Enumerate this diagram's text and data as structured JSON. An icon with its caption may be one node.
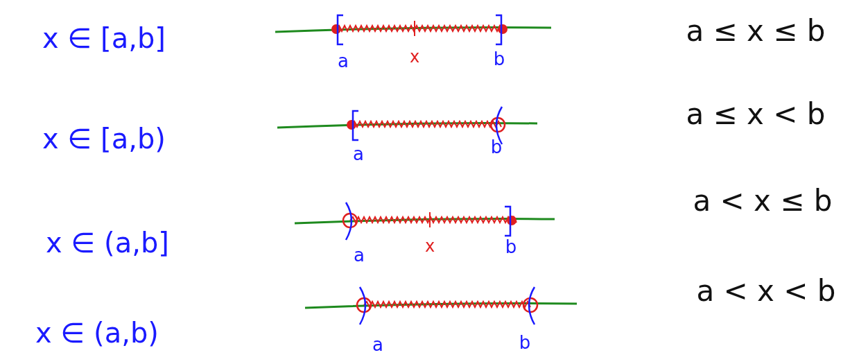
{
  "diagram": {
    "labels": [
      "x ∈ [a,b]",
      "a",
      "x",
      "b",
      "a ≤ x ≤ b",
      "x ∈ [a,b)",
      "a",
      "b",
      "a ≤ x < b",
      "x ∈ (a,b]",
      "a",
      "x",
      "b",
      "a < x ≤ b",
      "x ∈ (a,b)",
      "a",
      "b",
      "a < x < b"
    ]
  }
}
